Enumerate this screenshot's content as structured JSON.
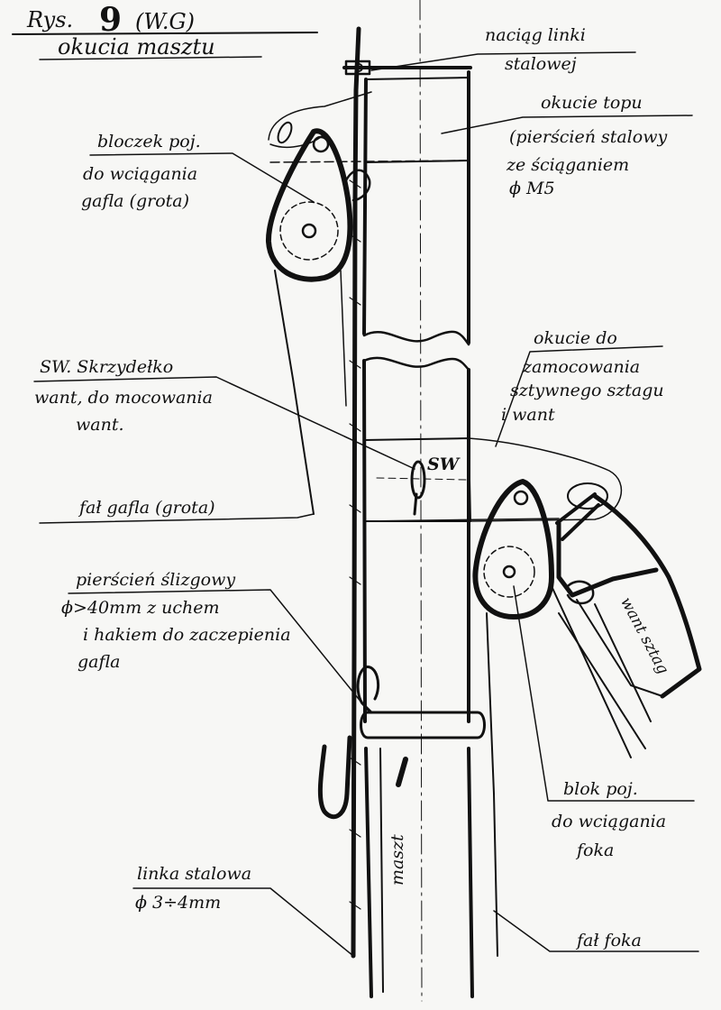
{
  "title": {
    "prefix": "Rys.",
    "number": "9",
    "suffix": "(W.G)",
    "subtitle": "okucia masztu"
  },
  "labels": {
    "naciag_line1": "naciąg linki",
    "naciag_line2": "stalowej",
    "okucie_topu_line1": "okucie topu",
    "okucie_topu_line2": "(pierścień stalowy",
    "okucie_topu_line3": "ze ściąganiem",
    "okucie_topu_line4": "ϕ M5",
    "bloczek_line1": "bloczek poj.",
    "bloczek_line2": "do wciągania",
    "bloczek_line3": "gafla (grota)",
    "okucie_sztagu_line1": "okucie do",
    "okucie_sztagu_line2": "zamocowania",
    "okucie_sztagu_line3": "sztywnego sztagu",
    "okucie_sztagu_line4": "i want",
    "sw_line1": "SW. Skrzydełko",
    "sw_line2": "want, do mocowania",
    "sw_line3": "want.",
    "sw_mark": "SW",
    "fal_gafla": "fał gafla (grota)",
    "pierscien_line1": "pierścień ślizgowy",
    "pierscien_line2": "ϕ>40mm z uchem",
    "pierscien_line3": "i hakiem do zaczepienia",
    "pierscien_line4": "gafla",
    "wanty": "want sztag",
    "maszt": "maszt",
    "blok_foka_line1": "blok poj.",
    "blok_foka_line2": "do wciągania",
    "blok_foka_line3": "foka",
    "linka_line1": "linka stalowa",
    "linka_line2": "ϕ 3÷4mm",
    "fal_foka": "fał foka"
  }
}
